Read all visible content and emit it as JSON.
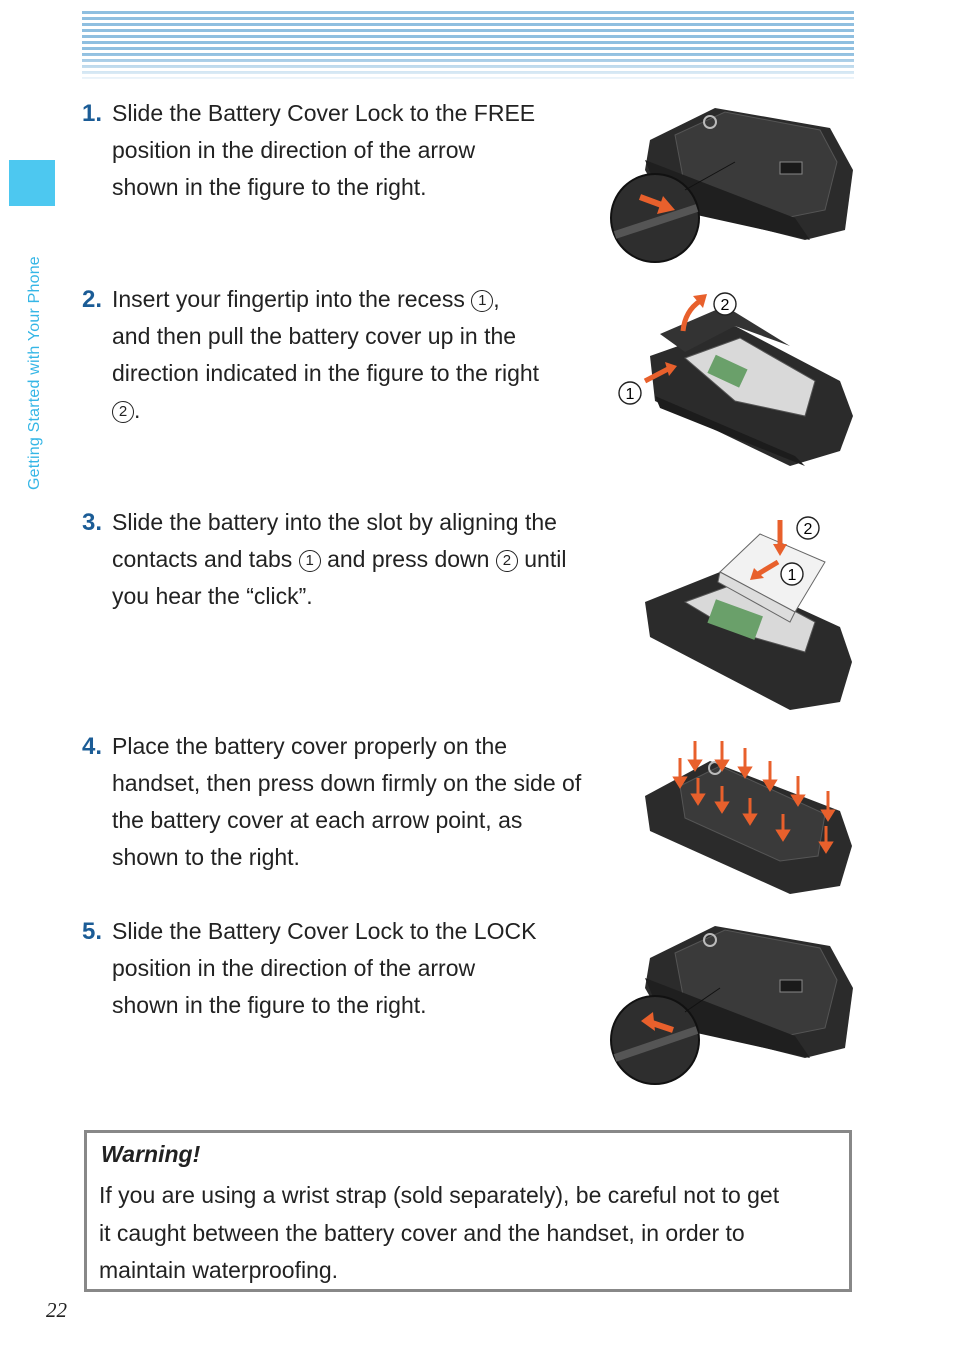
{
  "side_label": "Getting Started with Your Phone",
  "steps": [
    {
      "num": "1.",
      "line1": "Slide the Battery Cover Lock to the FREE",
      "line2": "position in the direction of the arrow",
      "line3": "shown in the figure to the right."
    },
    {
      "num": "2.",
      "line1a": "Insert your fingertip into the recess ",
      "mark1": "1",
      "line1b": ",",
      "line2": "and then pull the battery cover up in the",
      "line3": "direction indicated in the figure to the right",
      "mark2": "2",
      "line4b": "."
    },
    {
      "num": "3.",
      "line1": "Slide the battery into the slot by aligning the",
      "line2a": "contacts and tabs ",
      "mark1": "1",
      "line2b": " and press down ",
      "mark2": "2",
      "line2c": " until",
      "line3": "you hear the “click”."
    },
    {
      "num": "4.",
      "line1": "Place the battery cover properly on the",
      "line2": "handset, then press down firmly on the side of",
      "line3": "the battery cover at each arrow point, as",
      "line4": "shown to the right."
    },
    {
      "num": "5.",
      "line1": "Slide the Battery Cover Lock to the LOCK",
      "line2": "position in the direction of the arrow",
      "line3": "shown in the figure to the right."
    }
  ],
  "figure_labels": {
    "one": "1",
    "two": "2"
  },
  "warning": {
    "title": "Warning!",
    "line1": "If you are using a wrist strap (sold separately), be careful not to get",
    "line2": "it caught between the battery cover and the handset, in order to",
    "line3": "maintain waterproofing."
  },
  "page_number": "22",
  "colors": {
    "accent": "#4dc8f0",
    "step_number": "#1b5c96",
    "arrow": "#e8602c",
    "phone": "#2b2b2b"
  }
}
